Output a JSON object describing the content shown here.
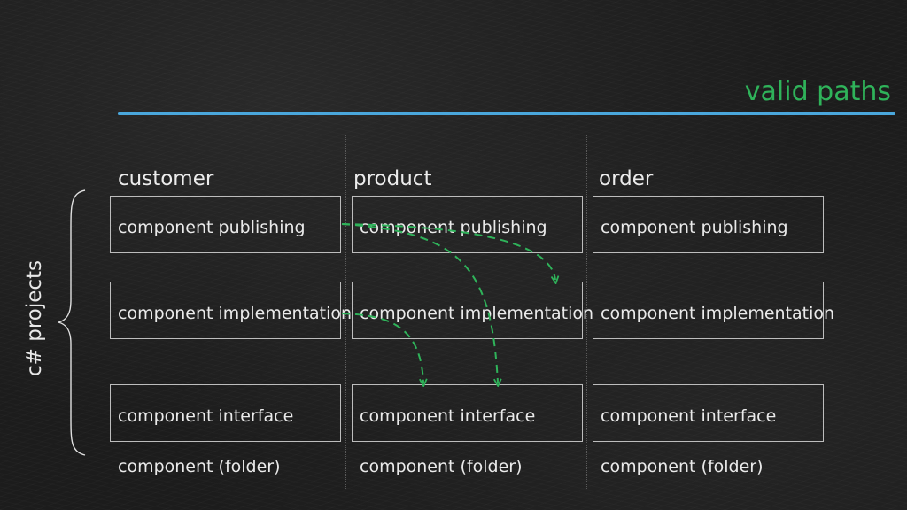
{
  "slide": {
    "title": "valid paths",
    "side_label": "c# projects",
    "columns": [
      {
        "name": "customer",
        "boxes": [
          "component publishing",
          "component implementation",
          "component interface"
        ],
        "folder": "component (folder)"
      },
      {
        "name": "product",
        "boxes": [
          "component publishing",
          "component implementation",
          "component interface"
        ],
        "folder": "component (folder)"
      },
      {
        "name": "order",
        "boxes": [
          "component publishing",
          "component implementation",
          "component interface"
        ],
        "folder": "component (folder)"
      }
    ]
  },
  "colors": {
    "title": "#2fb35a",
    "rule": "#4aa7dc",
    "arrow": "#2fb35a"
  }
}
